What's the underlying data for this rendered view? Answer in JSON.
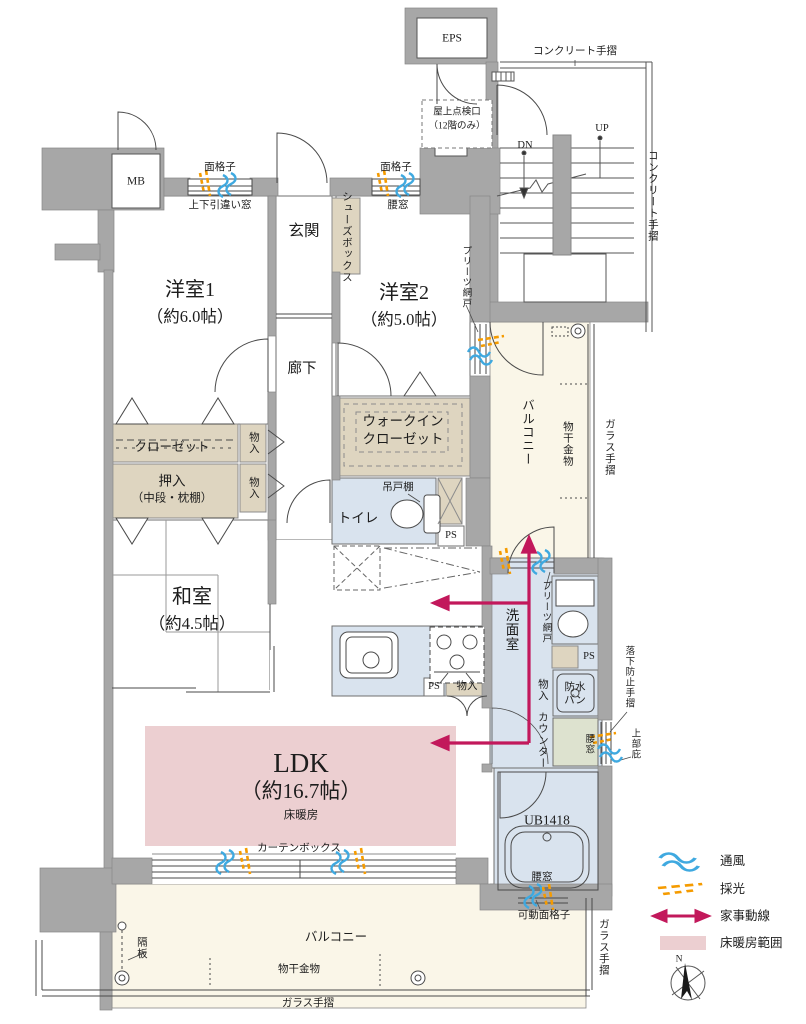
{
  "rooms": {
    "western1": {
      "name": "洋室1",
      "size": "（約6.0帖）"
    },
    "western2": {
      "name": "洋室2",
      "size": "（約5.0帖）"
    },
    "japanese": {
      "name": "和室",
      "size": "（約4.5帖）"
    },
    "ldk": {
      "name": "LDK",
      "size": "（約16.7帖）",
      "note": "床暖房"
    },
    "entrance": "玄関",
    "hallway": "廊下",
    "toilet": "トイレ",
    "washroom": "洗面室",
    "bathroom": "UB1418",
    "balcony": "バルコニー",
    "mb": "MB",
    "eps": "EPS"
  },
  "storage": {
    "closet": "クローゼット",
    "oshiire": "押入",
    "oshiire_note": "（中段・枕棚）",
    "monoire": "物入",
    "wic_line1": "ウォークイン",
    "wic_line2": "クローゼット",
    "shoes_box": "シューズボックス",
    "hanging_cabinet": "吊戸棚",
    "counter": "カウンター",
    "waterproof_pan_1": "防水",
    "waterproof_pan_2": "パン",
    "ps": "PS"
  },
  "fittings": {
    "menkoshi": "面格子",
    "sash_window": "上下引違い窓",
    "koshimado": "腰窓",
    "pleated_screen": "プリーツ網戸",
    "curtain_box": "カーテンボックス",
    "movable_lattice": "可動面格子",
    "fall_rail": "落下防止手摺",
    "upper_eave": "上部庇",
    "partition": "隔板",
    "laundry_hw": "物干金物",
    "glass_rail": "ガラス手摺",
    "concrete_rail": "コンクリート手摺",
    "roof_hatch_1": "屋上点検口",
    "roof_hatch_2": "（12階のみ）",
    "up": "UP",
    "dn": "DN"
  },
  "legend": {
    "ventilation": "通風",
    "daylight": "採光",
    "housework_line": "家事動線",
    "floor_heating_area": "床暖房範囲",
    "north": "N"
  },
  "colors": {
    "wall": "#a7a7a7",
    "closet_beige": "#ded5c0",
    "wet_blue": "#d9e3ee",
    "balcony_cream": "#faf6e8",
    "floor_heating_pink": "#eccfd1",
    "counter_green": "#dde2cf",
    "flow_red": "#c2185b",
    "vent_blue": "#3fa9e0",
    "light_orange": "#f59b00"
  }
}
